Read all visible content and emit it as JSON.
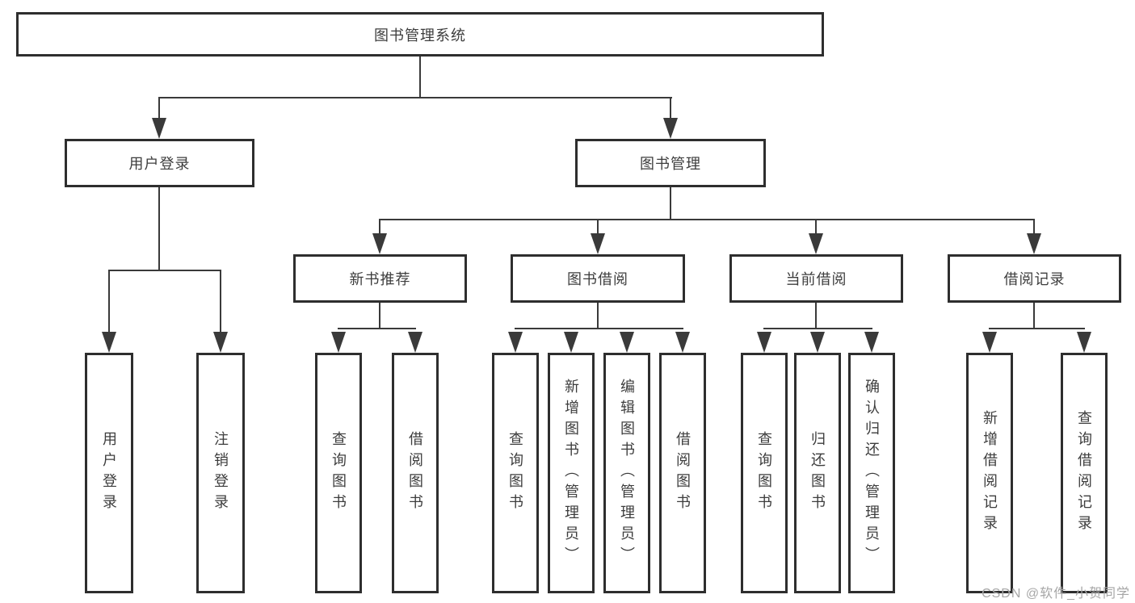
{
  "diagram": {
    "title": "图书管理系统",
    "branches": [
      {
        "label": "用户登录",
        "children": [
          "用户登录",
          "注销登录"
        ]
      },
      {
        "label": "图书管理",
        "children": [
          {
            "label": "新书推荐",
            "children": [
              "查询图书",
              "借阅图书"
            ]
          },
          {
            "label": "图书借阅",
            "children": [
              "查询图书",
              "新增图书（管理员）",
              "编辑图书（管理员）",
              "借阅图书"
            ]
          },
          {
            "label": "当前借阅",
            "children": [
              "查询图书",
              "归还图书",
              "确认归还（管理员）"
            ]
          },
          {
            "label": "借阅记录",
            "children": [
              "新增借阅记录",
              "查询借阅记录"
            ]
          }
        ]
      }
    ]
  },
  "watermark": "CSDN @软件_小贺同学",
  "colors": {
    "line": "#3a3a3a",
    "border": "#2e2e2e",
    "text": "#3d3d3d",
    "watermark": "#a6a6a6",
    "background": "#ffffff"
  }
}
